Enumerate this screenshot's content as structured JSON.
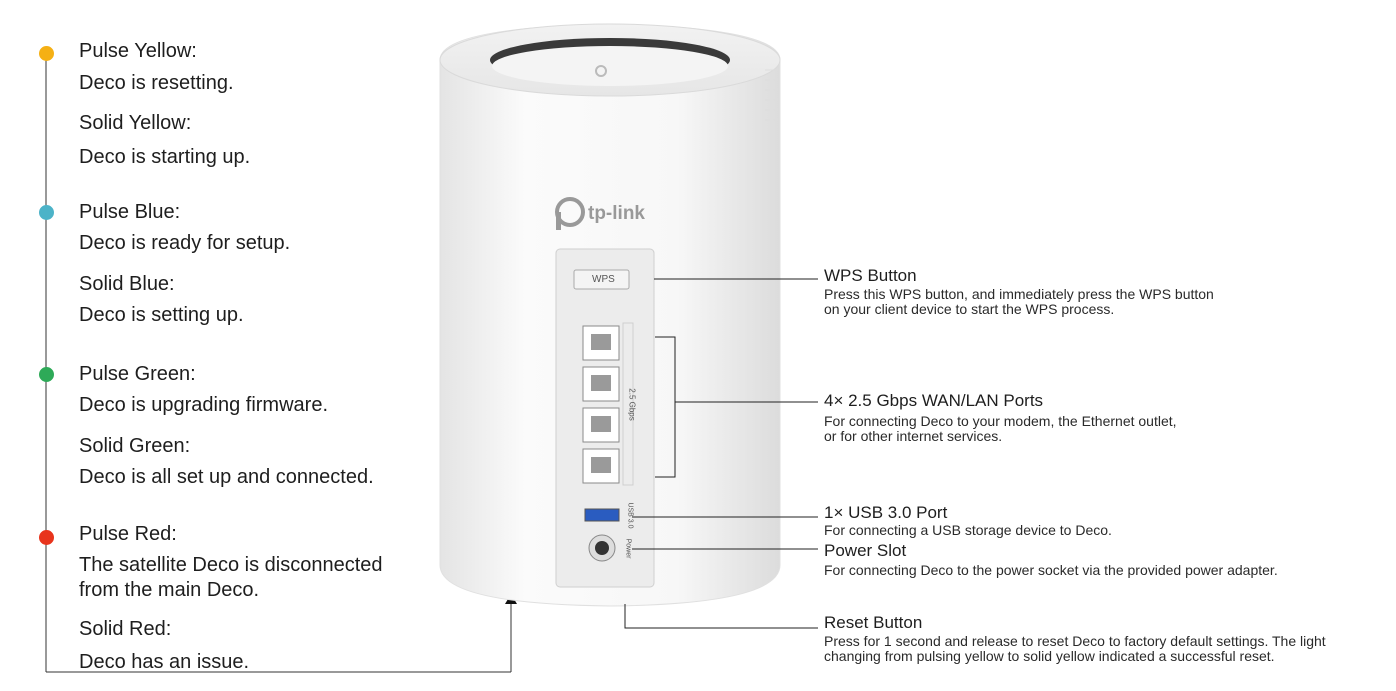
{
  "led_states": [
    {
      "title": "Pulse Yellow:",
      "desc": "Deco is resetting.",
      "color": "#f5b014"
    },
    {
      "title": "Solid Yellow:",
      "desc": "Deco is starting up."
    },
    {
      "title": "Pulse Blue:",
      "desc": "Deco is ready for setup.",
      "color": "#4cb3c8"
    },
    {
      "title": "Solid Blue:",
      "desc": "Deco is setting up."
    },
    {
      "title": "Pulse Green:",
      "desc": "Deco is upgrading firmware.",
      "color": "#2eaa58"
    },
    {
      "title": "Solid Green:",
      "desc": "Deco is all set up and connected."
    },
    {
      "title": "Pulse Red:",
      "desc": "The satellite Deco is disconnected from the main Deco.",
      "color": "#e8341c"
    },
    {
      "title": "Solid Red:",
      "desc": "Deco has an issue."
    }
  ],
  "device": {
    "brand": "tp-link",
    "wps_label": "WPS",
    "ports_label": "2.5 Gbps",
    "usb_label": "USB 3.0",
    "power_label": "Power"
  },
  "callouts": [
    {
      "title": "WPS Button",
      "desc": "Press this WPS button, and immediately press the WPS button\non your client device to start the WPS process."
    },
    {
      "title": "4× 2.5 Gbps WAN/LAN Ports",
      "desc": "For connecting Deco to your modem, the Ethernet outlet,\nor for other internet services."
    },
    {
      "title": "1× USB 3.0 Port",
      "desc": "For connecting a USB storage device to Deco."
    },
    {
      "title": "Power Slot",
      "desc": "For connecting Deco to the power socket via the provided power adapter."
    },
    {
      "title": "Reset Button",
      "desc": "Press for 1 second and release to reset Deco to factory default settings. The light\nchanging from pulsing yellow to solid yellow indicated a successful reset."
    }
  ]
}
